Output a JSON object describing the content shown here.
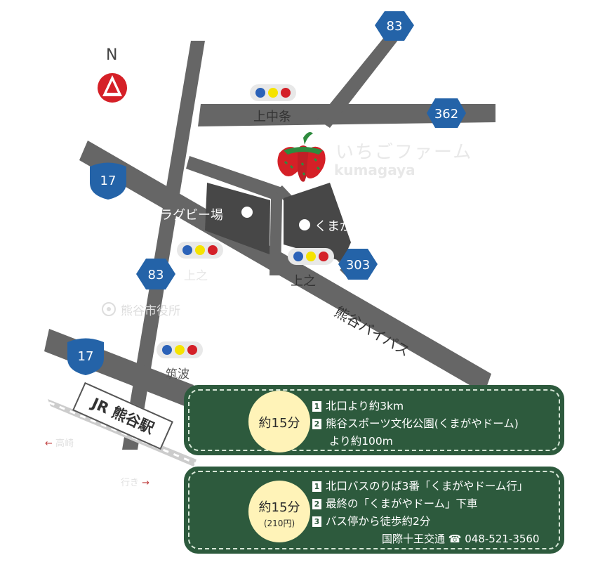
{
  "north_label": "N",
  "route_shields": {
    "r83_top": "83",
    "r362": "362",
    "r17_left": "17",
    "r83_mid": "83",
    "r303": "303",
    "r17_low": "17"
  },
  "intersections": {
    "kaminakajo": "上中条",
    "intersection_mid": "上之",
    "intersection_right": "上之",
    "tsukuba": "筑波"
  },
  "farm_name": {
    "jp": "いちごファーム",
    "en": "kumagaya"
  },
  "landmarks": {
    "rugby_field": "ラグビー場",
    "kumagaya_dome": "くまがやドーム",
    "city_hall": "熊谷市役所"
  },
  "roads": {
    "bypass": "熊谷バイパス"
  },
  "station": {
    "name": "JR 熊谷駅",
    "left_direction": "高崎",
    "right_direction": "行き"
  },
  "car_panel": {
    "time": "約15分",
    "steps": [
      {
        "num": "1",
        "text": "北口より約3km"
      },
      {
        "num": "2",
        "text": "熊谷スポーツ文化公園(くまがやドーム)"
      },
      {
        "num": "",
        "text": "より約100m"
      }
    ]
  },
  "bus_panel": {
    "time": "約15分",
    "fare": "(210円)",
    "steps": [
      {
        "num": "1",
        "text": "北口バスのりば3番「くまがやドーム行」"
      },
      {
        "num": "2",
        "text": "最終の「くまがやドーム」下車"
      },
      {
        "num": "3",
        "text": "バス停から徒歩約2分"
      }
    ],
    "operator": "国際十王交通",
    "phone": "048-521-3560"
  },
  "colors": {
    "road": "#666666",
    "panel_green": "#2d5a3d",
    "shield_blue": "#2463a8",
    "circle_yellow": "#fff3b8",
    "north_red": "#d52027"
  }
}
